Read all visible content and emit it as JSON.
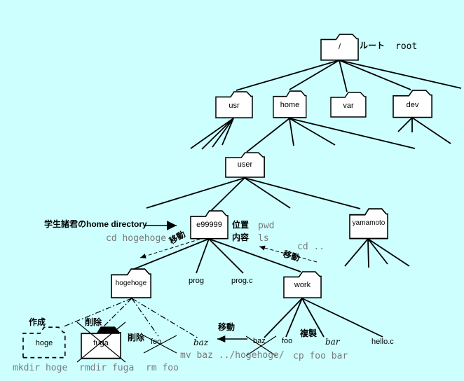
{
  "colors": {
    "background": "#cdffff",
    "line": "#000000",
    "command_gray": "#7a7a7a",
    "folder_fill": "#ffffff"
  },
  "folders": {
    "root": "/",
    "usr": "usr",
    "home": "home",
    "var": "var",
    "dev": "dev",
    "user": "user",
    "e99999": "e99999",
    "yamamoto": "yamamoto",
    "hogehoge": "hogehoge",
    "work": "work",
    "hoge": "hoge",
    "fuga": "fuga"
  },
  "files": {
    "prog": "prog",
    "prog_c": "prog.c",
    "foo_deleted": "foo",
    "baz_moved": "baz",
    "baz_original": "baz",
    "foo": "foo",
    "bar": "bar",
    "hello_c": "hello.c"
  },
  "annotations": {
    "root_jp": "ルート",
    "root_en": "root",
    "home_dir": "学生諸君のhome directory",
    "pwd_label": "位置",
    "pwd_cmd": "pwd",
    "ls_label": "内容",
    "ls_cmd": "ls",
    "move_left": "移動",
    "move_right": "移動",
    "move_bottom": "移動",
    "create": "作成",
    "delete_fuga": "削除",
    "delete_foo": "削除",
    "copy": "複製"
  },
  "commands": {
    "cd_hogehoge": "cd hogehoge",
    "cd_up": "cd ..",
    "mkdir": "mkdir hoge",
    "rmdir": "rmdir fuga",
    "rm": "rm foo",
    "mv": "mv baz ../hogehoge/",
    "cp": "cp foo bar"
  }
}
